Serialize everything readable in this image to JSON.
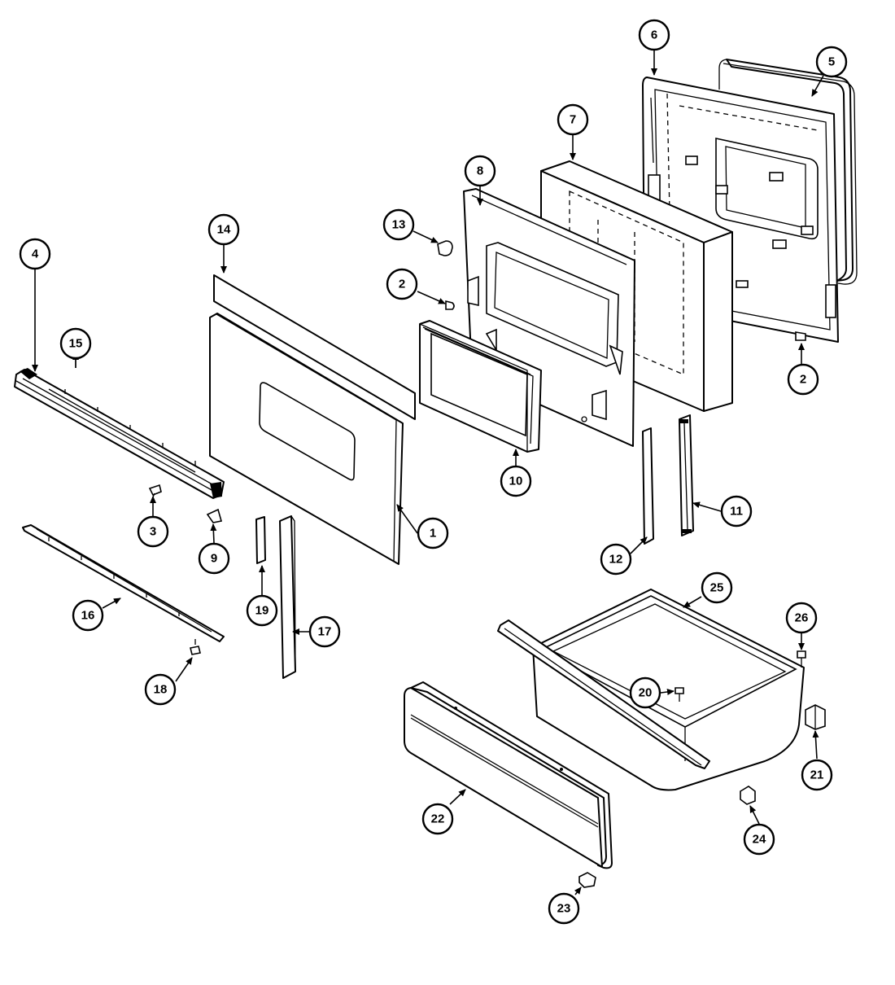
{
  "diagram": {
    "callouts": [
      {
        "id": "c1",
        "label": "1"
      },
      {
        "id": "c2a",
        "label": "2"
      },
      {
        "id": "c2b",
        "label": "2"
      },
      {
        "id": "c3",
        "label": "3"
      },
      {
        "id": "c4",
        "label": "4"
      },
      {
        "id": "c5",
        "label": "5"
      },
      {
        "id": "c6",
        "label": "6"
      },
      {
        "id": "c7",
        "label": "7"
      },
      {
        "id": "c8",
        "label": "8"
      },
      {
        "id": "c9",
        "label": "9"
      },
      {
        "id": "c10",
        "label": "10"
      },
      {
        "id": "c11",
        "label": "11"
      },
      {
        "id": "c12",
        "label": "12"
      },
      {
        "id": "c13",
        "label": "13"
      },
      {
        "id": "c14",
        "label": "14"
      },
      {
        "id": "c15",
        "label": "15"
      },
      {
        "id": "c16",
        "label": "16"
      },
      {
        "id": "c17",
        "label": "17"
      },
      {
        "id": "c18",
        "label": "18"
      },
      {
        "id": "c19",
        "label": "19"
      },
      {
        "id": "c20",
        "label": "20"
      },
      {
        "id": "c21",
        "label": "21"
      },
      {
        "id": "c22",
        "label": "22"
      },
      {
        "id": "c23",
        "label": "23"
      },
      {
        "id": "c24",
        "label": "24"
      },
      {
        "id": "c25",
        "label": "25"
      },
      {
        "id": "c26",
        "label": "26"
      }
    ]
  }
}
